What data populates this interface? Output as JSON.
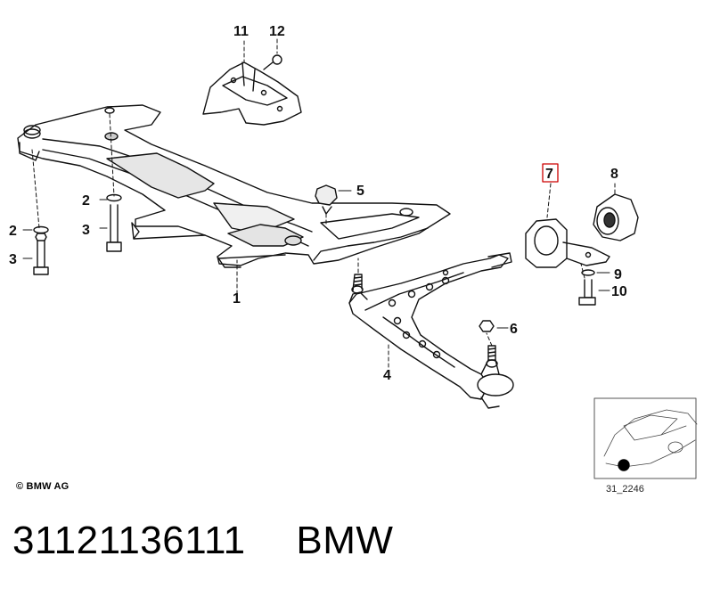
{
  "callouts": {
    "c1": "1",
    "c2a": "2",
    "c2b": "2",
    "c3a": "3",
    "c3b": "3",
    "c4": "4",
    "c5": "5",
    "c6": "6",
    "c7": "7",
    "c8": "8",
    "c9": "9",
    "c10": "10",
    "c11": "11",
    "c12": "12"
  },
  "highlighted_callout": "7",
  "highlight_color": "#cc0000",
  "copyright": "© BMW AG",
  "diagram_code": "31_2246",
  "part_number": "31121136111",
  "brand": "BMW"
}
